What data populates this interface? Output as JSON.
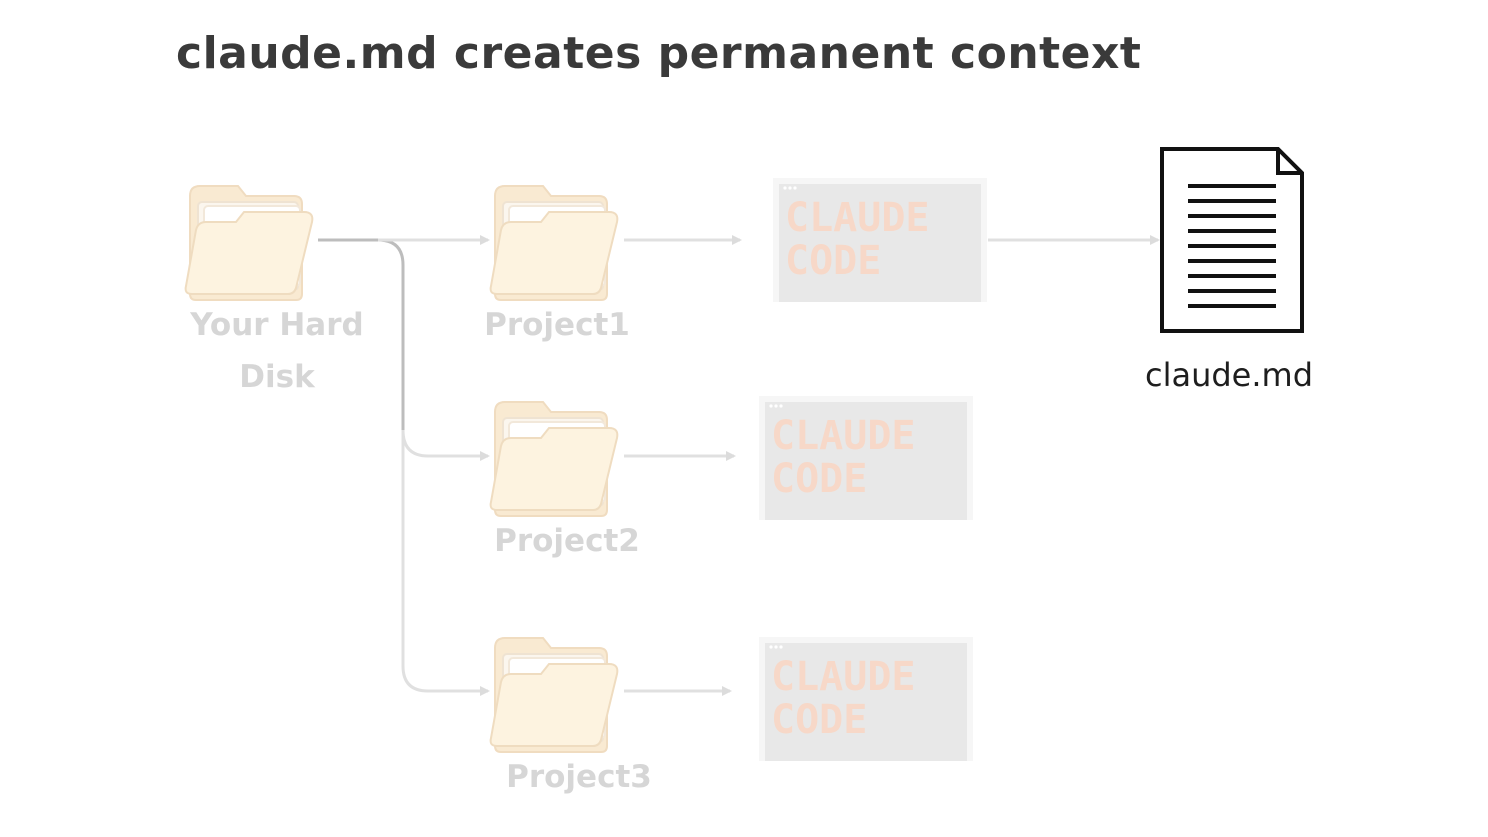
{
  "title": "claude.md creates permanent context",
  "nodes": {
    "root": {
      "label_line1": "Your Hard",
      "label_line2": "Disk",
      "icon": "folder-icon"
    },
    "projects": [
      {
        "label": "Project1",
        "icon": "folder-icon"
      },
      {
        "label": "Project2",
        "icon": "folder-icon"
      },
      {
        "label": "Project3",
        "icon": "folder-icon"
      }
    ],
    "terminals": [
      {
        "line1": "CLAUDE",
        "line2": "CODE"
      },
      {
        "line1": "CLAUDE",
        "line2": "CODE"
      },
      {
        "line1": "CLAUDE",
        "line2": "CODE"
      }
    ],
    "document": {
      "label": "claude.md",
      "icon": "document-icon"
    }
  },
  "colors": {
    "title": "#3a3a3a",
    "faded": "#d6d6d6",
    "folder_fill": "#fdf3e0",
    "terminal_bg": "#e8e8e8",
    "document_stroke": "#111111"
  }
}
